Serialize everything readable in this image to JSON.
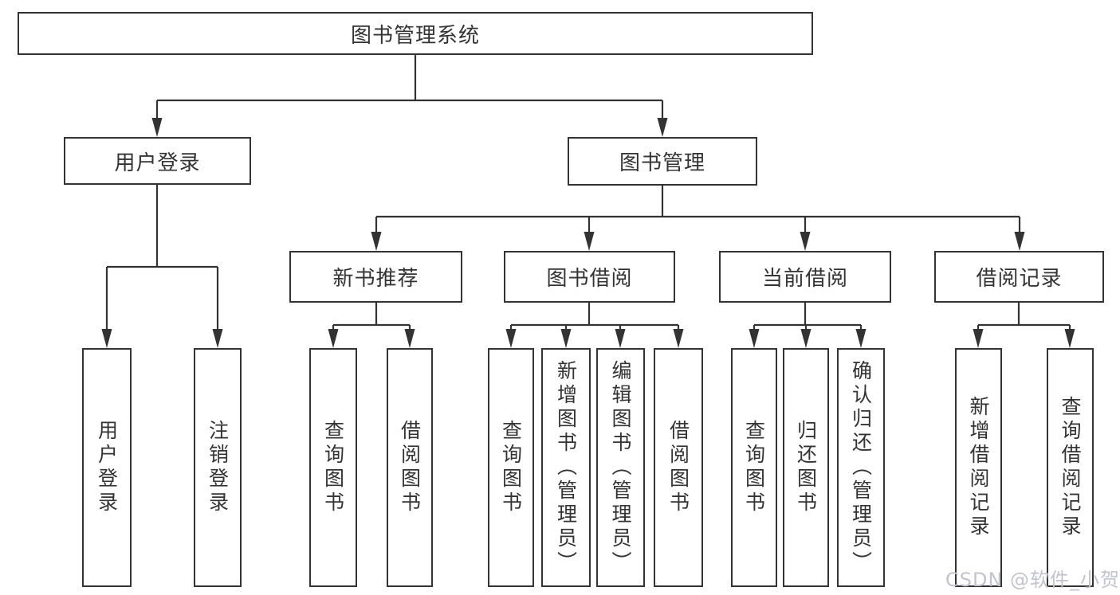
{
  "diagram": {
    "root": "图书管理系统",
    "user_login": {
      "label": "用户登录",
      "children": [
        "用户登录",
        "注销登录"
      ]
    },
    "book_management": {
      "label": "图书管理",
      "sections": [
        {
          "label": "新书推荐",
          "children": [
            "查询图书",
            "借阅图书"
          ]
        },
        {
          "label": "图书借阅",
          "children": [
            "查询图书",
            "新增图书（管理员）",
            "编辑图书（管理员）",
            "借阅图书"
          ]
        },
        {
          "label": "当前借阅",
          "children": [
            "查询图书",
            "归还图书",
            "确认归还（管理员）"
          ]
        },
        {
          "label": "借阅记录",
          "children": [
            "新增借阅记录",
            "查询借阅记录"
          ]
        }
      ]
    },
    "colors": {
      "line": "#333333",
      "box_fill": "#ffffff",
      "text": "#333333",
      "watermark": "#c2c3cd"
    }
  },
  "watermark": "CSDN @软件_小贺同学"
}
